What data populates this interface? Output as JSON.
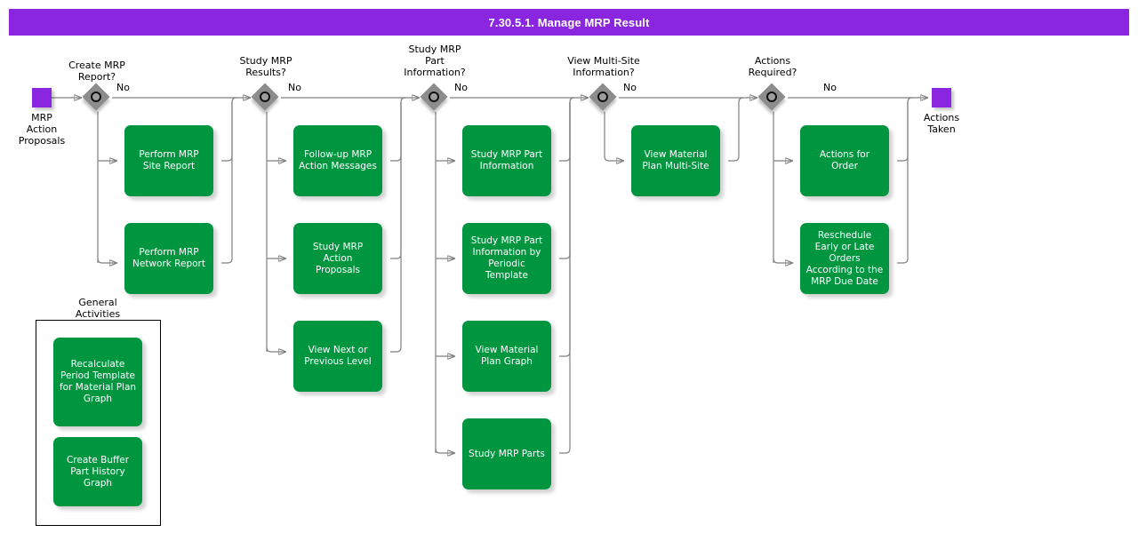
{
  "header": {
    "title": "7.30.5.1. Manage MRP Result",
    "bar_color": "#8A25E0",
    "text_color": "#FFFFFF"
  },
  "palette": {
    "activity_green": "#00963F",
    "terminator_purple": "#8A25E0",
    "decision_gray": "#8C8C8C",
    "connector_gray": "#808080"
  },
  "diagram": {
    "type": "flowchart",
    "start": {
      "label": "MRP\nAction\nProposals"
    },
    "end": {
      "label": "Actions\nTaken"
    },
    "branch_label": "No",
    "group": {
      "label": "General\nActivities",
      "activities": [
        {
          "label": "Recalculate\nPeriod Template\nfor Material Plan\nGraph"
        },
        {
          "label": "Create Buffer\nPart History\nGraph"
        }
      ]
    },
    "stages": [
      {
        "question": "Create MRP\nReport?",
        "no_label": "No",
        "activities": [
          {
            "label": "Perform MRP\nSite Report"
          },
          {
            "label": "Perform MRP\nNetwork Report"
          }
        ]
      },
      {
        "question": "Study MRP\nResults?",
        "no_label": "No",
        "activities": [
          {
            "label": "Follow-up MRP\nAction Messages"
          },
          {
            "label": "Study MRP Action\nProposals"
          },
          {
            "label": "View Next or\nPrevious Level"
          }
        ]
      },
      {
        "question": "Study MRP\nPart\nInformation?",
        "no_label": "No",
        "activities": [
          {
            "label": "Study MRP Part\nInformation"
          },
          {
            "label": "Study MRP Part\nInformation by\nPeriodic\nTemplate"
          },
          {
            "label": "View Material\nPlan Graph"
          },
          {
            "label": "Study MRP Parts"
          }
        ]
      },
      {
        "question": "View Multi-Site\nInformation?",
        "no_label": "No",
        "activities": [
          {
            "label": "View Material\nPlan Multi-Site"
          }
        ]
      },
      {
        "question": "Actions\nRequired?",
        "no_label": "No",
        "activities": [
          {
            "label": "Actions for\nOrder"
          },
          {
            "label": "Reschedule\nEarly or Late\nOrders\nAccording to the\nMRP Due Date"
          }
        ]
      }
    ]
  }
}
